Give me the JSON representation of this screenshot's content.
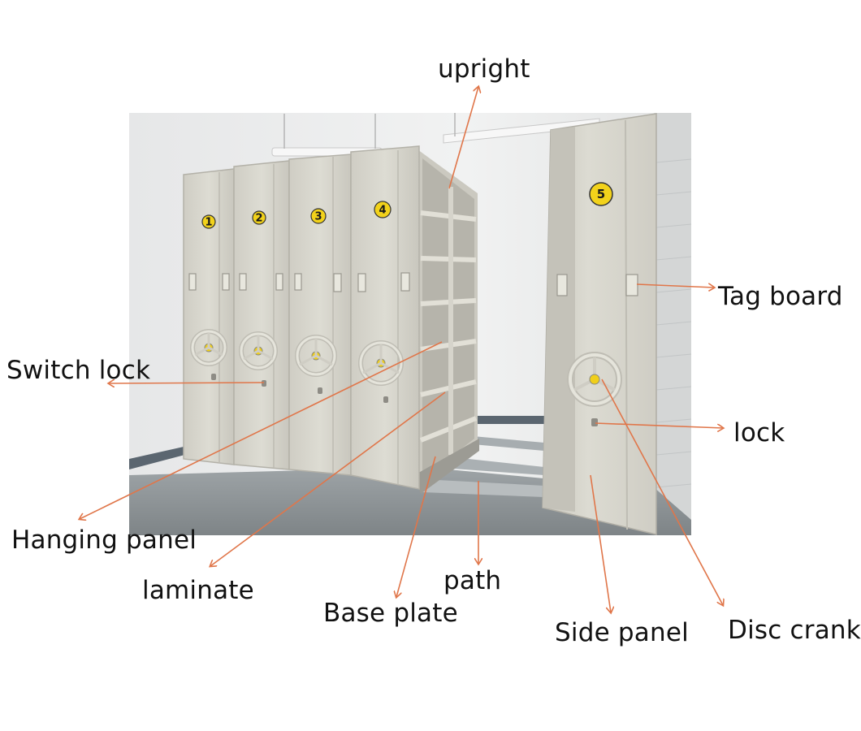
{
  "labels": {
    "upright": "upright",
    "tag_board": "Tag board",
    "switch_lock": "Switch lock",
    "lock": "lock",
    "hanging_panel": "Hanging panel",
    "laminate": "laminate",
    "path": "path",
    "base_plate": "Base plate",
    "side_panel": "Side panel",
    "disc_crank": "Disc crank"
  },
  "cabinet_numbers": [
    "1",
    "2",
    "3",
    "4",
    "5"
  ],
  "colors": {
    "arrow": "#e0764a",
    "cabinet": "#d9d8cf",
    "wall": "#ecedee",
    "floor": "#8d9396",
    "badge": "#f2d21b"
  }
}
